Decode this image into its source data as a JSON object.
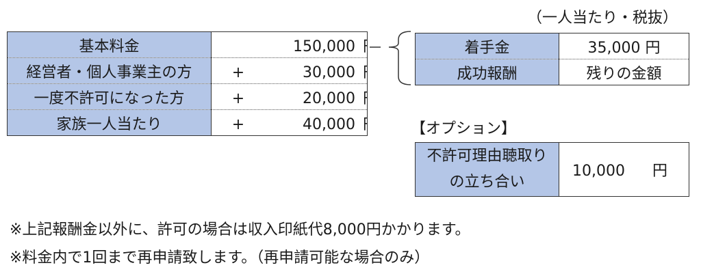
{
  "header_note": "（一人当たり・税抜）",
  "fee_table": {
    "rows": [
      {
        "label": "基本料金",
        "plus": "",
        "amount": "150,000",
        "unit": "円"
      },
      {
        "label": "経営者・個人事業主の方",
        "plus": "+",
        "amount": "30,000",
        "unit": "円"
      },
      {
        "label": "一度不許可になった方",
        "plus": "+",
        "amount": "20,000",
        "unit": "円"
      },
      {
        "label": "家族一人当たり",
        "plus": "+",
        "amount": "40,000",
        "unit": "円"
      }
    ]
  },
  "payment_table": {
    "rows": [
      {
        "label": "着手金",
        "value": "35,000 円"
      },
      {
        "label": "成功報酬",
        "value": "残りの金額"
      }
    ]
  },
  "option": {
    "title": "【オプション】",
    "label_line1": "不許可理由聴取り",
    "label_line2": "の立ち合い",
    "amount": "10,000",
    "unit": "円"
  },
  "notes": [
    "※上記報酬金以外に、許可の場合は収入印紙代8,000円かかります。",
    "※料金内で1回まで再申請致します。（再申請可能な場合のみ）"
  ],
  "colors": {
    "label_bg": "#b4c6e7",
    "border": "#333333"
  }
}
